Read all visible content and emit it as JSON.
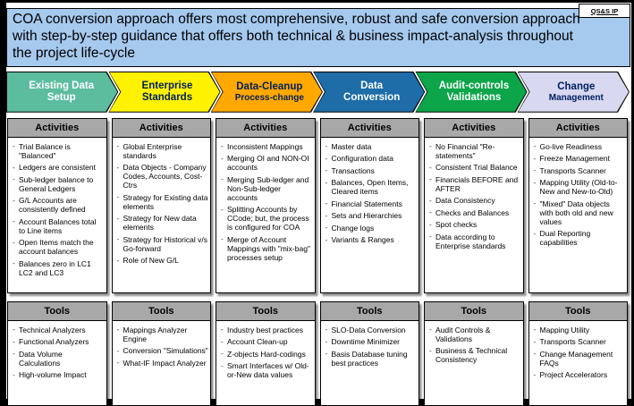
{
  "banner": {
    "text": "COA conversion approach offers most comprehensive, robust and safe conversion approach with step-by-step guidance that offers both technical & business impact-analysis throughout the project life-cycle"
  },
  "badge": {
    "label": "QS&S IP"
  },
  "sections": {
    "activities_label": "Activities",
    "tools_label": "Tools"
  },
  "colors": {
    "banner_bg": "#a6c9ee",
    "header_gray": "#a8a8a8",
    "navy_text": "#002060"
  },
  "phases": [
    {
      "line1": "Existing Data",
      "line2": "Setup",
      "bg": "#5cbd9e",
      "text": "#ffffff"
    },
    {
      "line1": "Enterprise",
      "line2": "Standards",
      "bg": "#fff200",
      "text": "#002060"
    },
    {
      "line1": "Data-Cleanup",
      "line2": "Process-change",
      "bg": "#ffa800",
      "text": "#002060"
    },
    {
      "line1": "Data",
      "line2": "Conversion",
      "bg": "#1e6ca8",
      "text": "#ffffff"
    },
    {
      "line1": "Audit-controls",
      "line2": "Validations",
      "bg": "#0da54a",
      "text": "#ffffff"
    },
    {
      "line1": "Change",
      "line2": "Management",
      "bg": "#d8d8f0",
      "text": "#002060"
    }
  ],
  "columns": [
    {
      "activities": [
        "Trial Balance is \"Balanced\"",
        "Ledgers are consistent",
        "Sub-ledger balance to General Ledgers",
        "G/L Accounts are consistently defined",
        "Account Balances total to Line items",
        "Open Items match the account balances",
        "Balances zero in LC1 LC2 and LC3"
      ],
      "tools": [
        "Technical Analyzers",
        "Functional Analyzers",
        "Data Volume Calculations",
        "High-volume Impact"
      ]
    },
    {
      "activities": [
        "Global Enterprise standards",
        "Data Objects - Company Codes, Accounts, Cost-Ctrs",
        "Strategy for Existing data elements",
        "Strategy for New data elements",
        "Strategy for Historical v/s Go-forward",
        "Role of New G/L"
      ],
      "tools": [
        "Mappings Analyzer Engine",
        "Conversion \"Simulations\"",
        "What-IF Impact Analyzer"
      ]
    },
    {
      "activities": [
        "Inconsistent Mappings",
        "Merging OI and NON-OI accounts",
        "Merging Sub-ledger and Non-Sub-ledger accounts",
        "Splitting Accounts by CCode; but, the process is configured for COA",
        "Merge of Account Mappings with \"mix-bag\" processes setup"
      ],
      "tools": [
        "Industry best practices",
        "Account Clean-up",
        "Z-objects Hard-codings",
        "Smart Interfaces w/ Old-or-New data values"
      ]
    },
    {
      "activities": [
        "Master data",
        "Configuration data",
        "Transactions",
        "Balances, Open Items, Cleared items",
        "Financial Statements",
        "Sets and Hierarchies",
        "Change logs",
        "Variants & Ranges"
      ],
      "tools": [
        "SLO-Data Conversion",
        "Downtime Minimizer",
        "Basis Database tuning best practices"
      ]
    },
    {
      "activities": [
        "No Financial \"Re-statements\"",
        "Consistent Trial Balance",
        "Financials BEFORE and AFTER",
        "Data Consistency",
        "Checks and Balances",
        "Spot checks",
        "Data according to Enterprise standards"
      ],
      "tools": [
        "Audit Controls & Validations",
        "Business & Technical Consistency"
      ]
    },
    {
      "activities": [
        "Go-live Readiness",
        "Freeze Management",
        "Transports Scanner",
        "Mapping Utility (Old-to-New and New-to-Old)",
        "\"Mixed\" Data objects with both old and new values",
        "Dual Reporting capabilities"
      ],
      "tools": [
        "Mapping Utility",
        "Transports Scanner",
        "Change Management FAQs",
        "Project Accelerators"
      ]
    }
  ]
}
